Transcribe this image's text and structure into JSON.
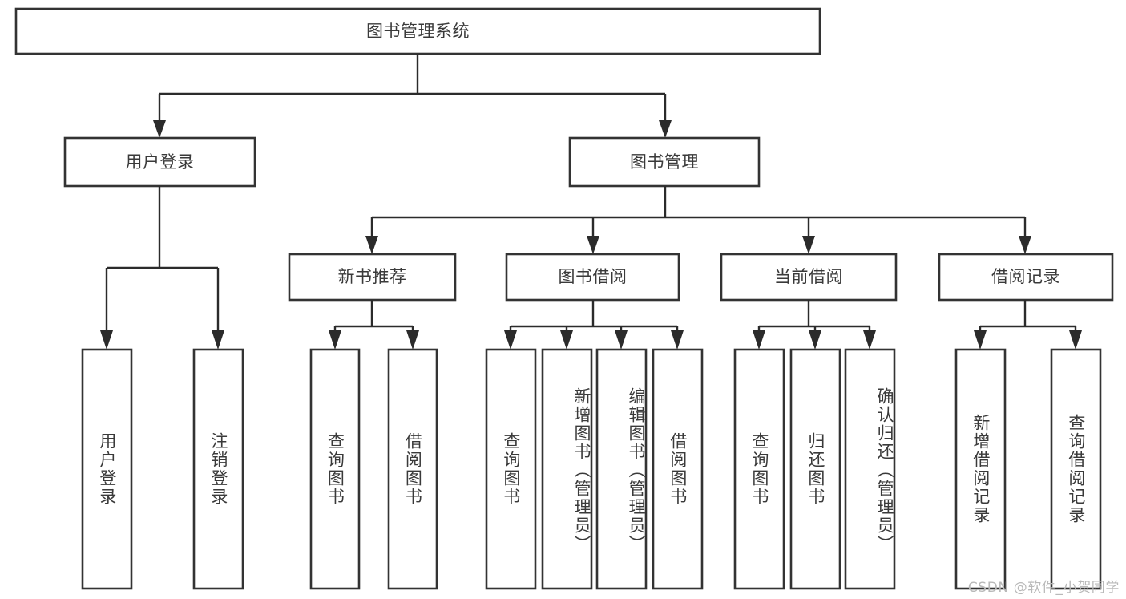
{
  "diagram": {
    "type": "tree-structure-chart",
    "title": "图书管理系统",
    "colors": {
      "box_stroke": "#333333",
      "box_fill": "#ffffff",
      "connector": "#2b2b2b",
      "text": "#3a3a3a",
      "background": "#ffffff",
      "watermark": "#b9b9b9"
    },
    "root": {
      "label": "图书管理系统"
    },
    "level1": [
      {
        "label": "用户登录"
      },
      {
        "label": "图书管理"
      }
    ],
    "level2": [
      {
        "label": "新书推荐"
      },
      {
        "label": "图书借阅"
      },
      {
        "label": "当前借阅"
      },
      {
        "label": "借阅记录"
      }
    ],
    "leaves": {
      "user_login": [
        {
          "label": "用户登录"
        },
        {
          "label": "注销登录"
        }
      ],
      "new_book_recommend": [
        {
          "label": "查询图书"
        },
        {
          "label": "借阅图书"
        }
      ],
      "book_borrow": [
        {
          "label": "查询图书"
        },
        {
          "label": "新增图书（管理员）"
        },
        {
          "label": "编辑图书（管理员）"
        },
        {
          "label": "借阅图书"
        }
      ],
      "current_borrow": [
        {
          "label": "查询图书"
        },
        {
          "label": "归还图书"
        },
        {
          "label": "确认归还（管理员）"
        }
      ],
      "borrow_record": [
        {
          "label": "新增借阅记录"
        },
        {
          "label": "查询借阅记录"
        }
      ]
    }
  },
  "watermark": {
    "text": "CSDN @软件_小贺同学"
  }
}
